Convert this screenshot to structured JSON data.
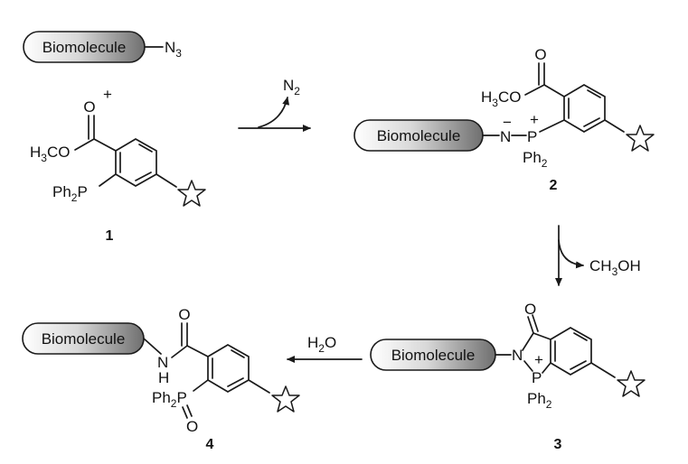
{
  "labels": {
    "biomolecule": "Biomolecule",
    "azide": "N",
    "azide_sub": "3",
    "plus": "+",
    "n2": "N",
    "n2_sub": "2",
    "h3co": "H",
    "h3co_sub": "3",
    "h3co_tail": "CO",
    "ph2p": "Ph",
    "ph2p_sub": "2",
    "ph2p_tail": "P",
    "o": "O",
    "n": "N",
    "p": "P",
    "ph2": "Ph",
    "ph2_sub": "2",
    "plus_charge": "+",
    "minus_charge": "−",
    "h": "H",
    "ch3oh_a": "CH",
    "ch3oh_sub": "3",
    "ch3oh_b": "OH",
    "h2o_a": "H",
    "h2o_sub": "2",
    "h2o_b": "O",
    "ph2p_oxide": "Ph",
    "ph2p_oxide_sub": "2",
    "ph2p_oxide_tail": "P"
  },
  "compounds": [
    "1",
    "2",
    "3",
    "4"
  ],
  "colors": {
    "pill_light": "#ffffff",
    "pill_dark": "#6f6f6f",
    "line": "#1a1a1a"
  }
}
